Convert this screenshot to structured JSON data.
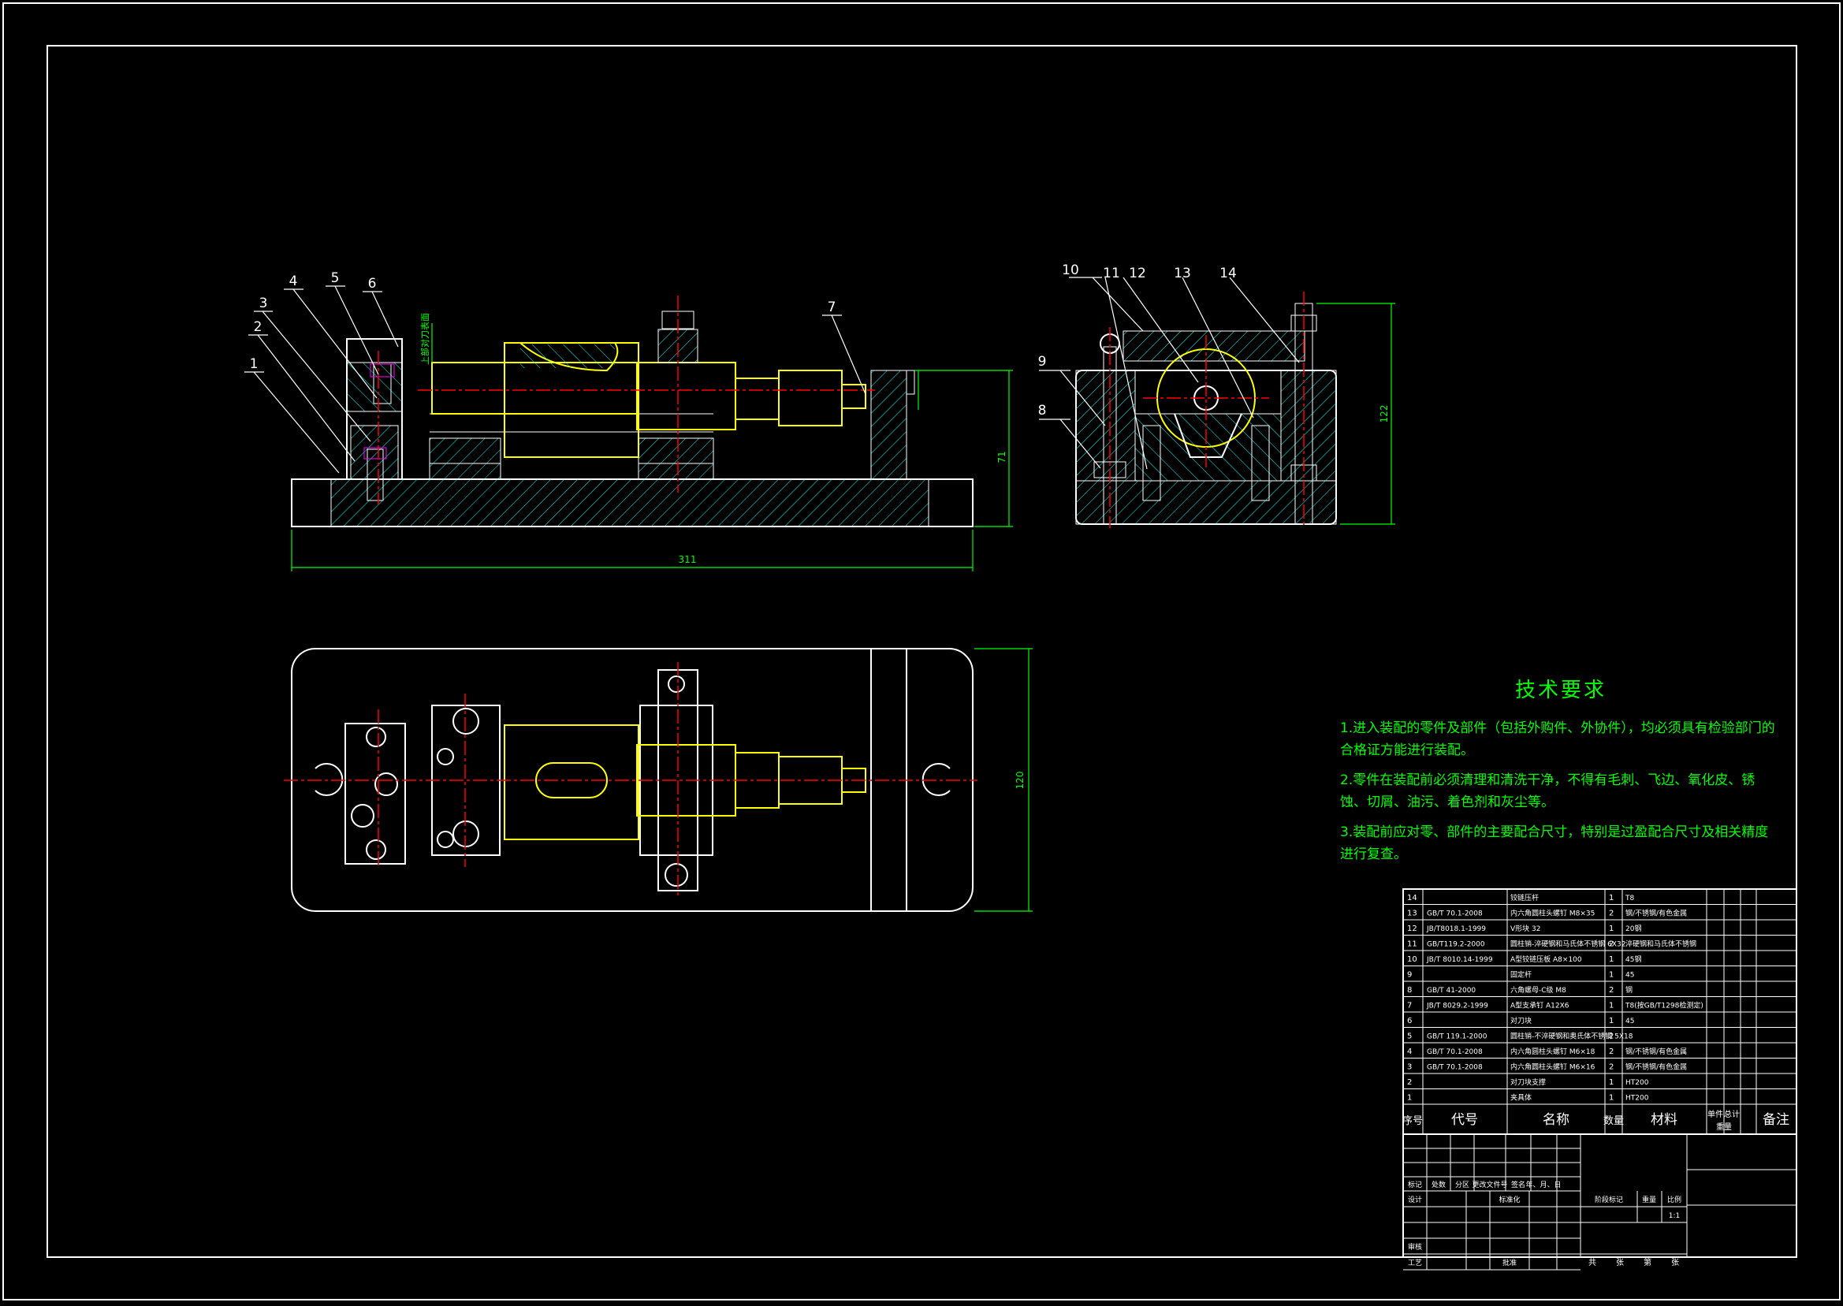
{
  "balloons": {
    "front": [
      "1",
      "2",
      "3",
      "4",
      "5",
      "6",
      "7"
    ],
    "side": [
      "8",
      "9",
      "10",
      "11",
      "12",
      "13",
      "14"
    ]
  },
  "dimensions": {
    "front_length": "311",
    "front_height": "71",
    "side_height": "122",
    "top_width": "120",
    "front_vertical_note": "上部对刀表面"
  },
  "tech": {
    "title": "技术要求",
    "item1": "1.进入装配的零件及部件（包括外购件、外协件），均必须具有检验部门的合格证方能进行装配。",
    "item2": "2.零件在装配前必须清理和清洗干净，不得有毛刺、飞边、氧化皮、锈蚀、切屑、油污、着色剂和灰尘等。",
    "item3": "3.装配前应对零、部件的主要配合尺寸，特别是过盈配合尺寸及相关精度进行复查。"
  },
  "bom": {
    "rows": [
      {
        "no": "14",
        "code": "",
        "name": "铰链压杆",
        "qty": "1",
        "mat": "T8",
        "note": ""
      },
      {
        "no": "13",
        "code": "GB/T 70.1-2008",
        "name": "内六角圆柱头螺钉 M8×35",
        "qty": "2",
        "mat": "钢/不锈钢/有色金属",
        "note": ""
      },
      {
        "no": "12",
        "code": "JB/T8018.1-1999",
        "name": "V形块 32",
        "qty": "1",
        "mat": "20钢",
        "note": ""
      },
      {
        "no": "11",
        "code": "GB/T119.2-2000",
        "name": "圆柱销-淬硬钢和马氏体不锈钢 6X32",
        "qty": "2",
        "mat": "淬硬钢和马氏体不锈钢",
        "note": ""
      },
      {
        "no": "10",
        "code": "JB/T 8010.14-1999",
        "name": "A型铰链压板 A8×100",
        "qty": "1",
        "mat": "45钢",
        "note": ""
      },
      {
        "no": "9",
        "code": "",
        "name": "固定杆",
        "qty": "1",
        "mat": "45",
        "note": ""
      },
      {
        "no": "8",
        "code": "GB/T 41-2000",
        "name": "六角螺母-C级 M8",
        "qty": "2",
        "mat": "钢",
        "note": ""
      },
      {
        "no": "7",
        "code": "JB/T 8029.2-1999",
        "name": "A型支承钉 A12X6",
        "qty": "1",
        "mat": "T8(按GB/T1298检测定)",
        "note": ""
      },
      {
        "no": "6",
        "code": "",
        "name": "对刀块",
        "qty": "1",
        "mat": "45",
        "note": ""
      },
      {
        "no": "5",
        "code": "GB/T 119.1-2000",
        "name": "圆柱销-不淬硬钢和奥氏体不锈钢 5X18",
        "qty": "2",
        "mat": "",
        "note": ""
      },
      {
        "no": "4",
        "code": "GB/T 70.1-2008",
        "name": "内六角圆柱头螺钉 M6×18",
        "qty": "2",
        "mat": "钢/不锈钢/有色金属",
        "note": ""
      },
      {
        "no": "3",
        "code": "GB/T 70.1-2008",
        "name": "内六角圆柱头螺钉 M6×16",
        "qty": "2",
        "mat": "钢/不锈钢/有色金属",
        "note": ""
      },
      {
        "no": "2",
        "code": "",
        "name": "对刀块支撑",
        "qty": "1",
        "mat": "HT200",
        "note": ""
      },
      {
        "no": "1",
        "code": "",
        "name": "夹具体",
        "qty": "1",
        "mat": "HT200",
        "note": ""
      }
    ],
    "header": {
      "no": "序号",
      "code": "代号",
      "name": "名称",
      "qty": "数量",
      "mat": "材料",
      "unit": "单件",
      "total": "总计",
      "weight": "重量",
      "note": "备注"
    }
  },
  "titleblock": {
    "mark": "标记",
    "count": "处数",
    "zone": "分区",
    "doc": "更改文件号",
    "sign": "签名",
    "date": "年、月、日",
    "design": "设计",
    "std": "标准化",
    "stage": "阶段标记",
    "weight": "重量",
    "scale": "比例",
    "scale_value": "1:1",
    "review": "审核",
    "process": "工艺",
    "approve": "批准",
    "sheets": "共",
    "sheets2": "张",
    "sheet": "第",
    "sheet2": "张"
  },
  "colors": {
    "line": "#ffffff",
    "yellow": "#ffff00",
    "cyan": "#00ffff",
    "red": "#ff0000",
    "green": "#00ff00",
    "magenta": "#ff00ff"
  }
}
